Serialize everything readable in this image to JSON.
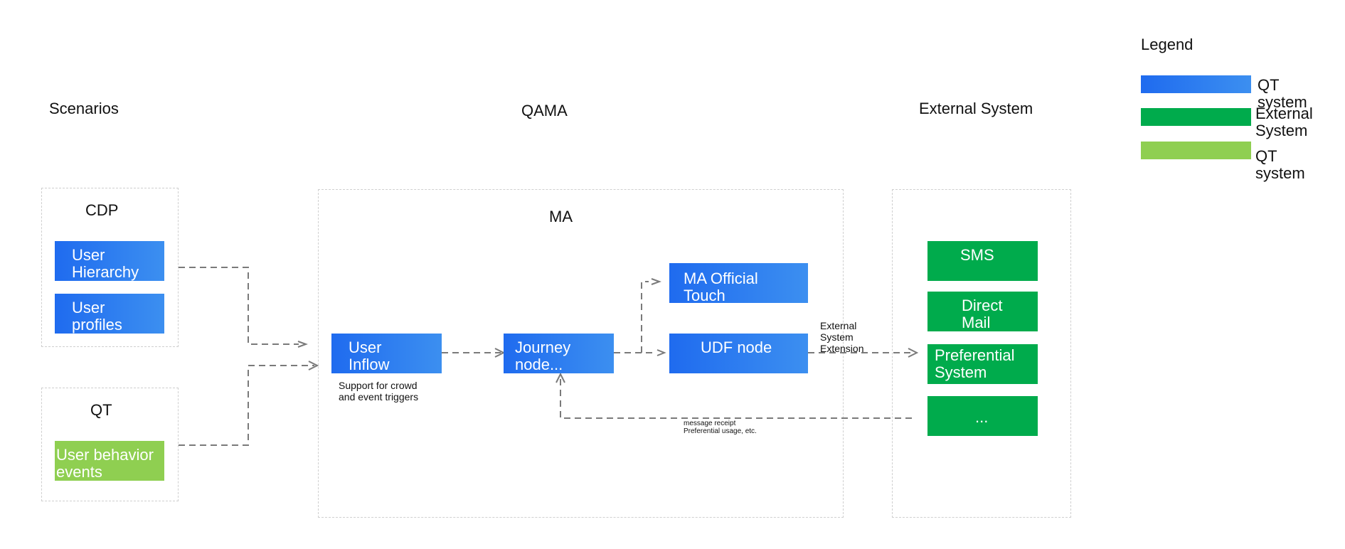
{
  "headers": {
    "scenarios": "Scenarios",
    "qama": "QAMA",
    "external": "External System"
  },
  "legend": {
    "title": "Legend",
    "items": [
      {
        "label": "QT system",
        "color": "#2f7ff0"
      },
      {
        "label": "External\nSystem",
        "color": "#00ab4c"
      },
      {
        "label": "QT system",
        "color": "#8fcf51"
      }
    ]
  },
  "groups": {
    "cdp": {
      "label": "CDP",
      "nodes": [
        "User\nHierarchy",
        "User\nprofiles"
      ]
    },
    "qt": {
      "label": "QT",
      "nodes": [
        "User behavior\nevents"
      ]
    },
    "ma": {
      "label": "MA",
      "user_inflow": "User\nInflow",
      "user_inflow_note": "Support for crowd\nand event triggers",
      "journey_node": "Journey\nnode...",
      "official_touch": "MA Official\nTouch",
      "udf_node": "UDF node",
      "external_extension": "External\nSystem\nExtension",
      "feedback_note": "message receipt\nPreferential usage, etc."
    },
    "external": {
      "sms": "SMS",
      "direct_mail": "Direct\nMail",
      "preferential": "Preferential\nSystem",
      "more": "..."
    }
  },
  "colors": {
    "qt_blue": "#2f7ff0",
    "external_green": "#00ab4c",
    "qt_green": "#8fcf51",
    "connector": "#7a7a7a"
  }
}
